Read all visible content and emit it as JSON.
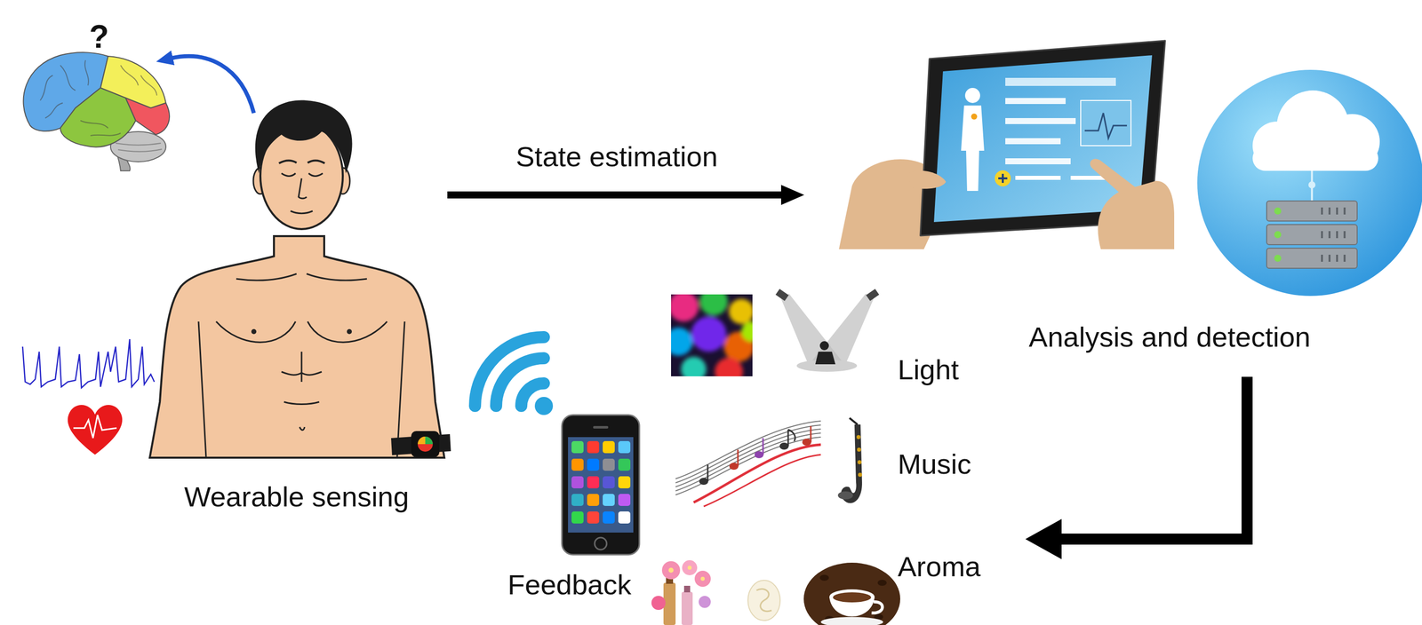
{
  "diagram": {
    "nodes": [
      {
        "text": [
          "Wearable sensing"
        ]
      },
      {
        "text": [
          "Analysis and detection"
        ]
      },
      {
        "text": [
          "Light",
          "Music",
          "Aroma",
          "Feedback"
        ]
      }
    ],
    "edges": [
      {
        "from": 0,
        "to": 1,
        "arrow": "to",
        "label": "State estimation"
      },
      {
        "from": 1,
        "to": 2,
        "arrow": "to"
      }
    ],
    "labels": [
      "?"
    ]
  }
}
